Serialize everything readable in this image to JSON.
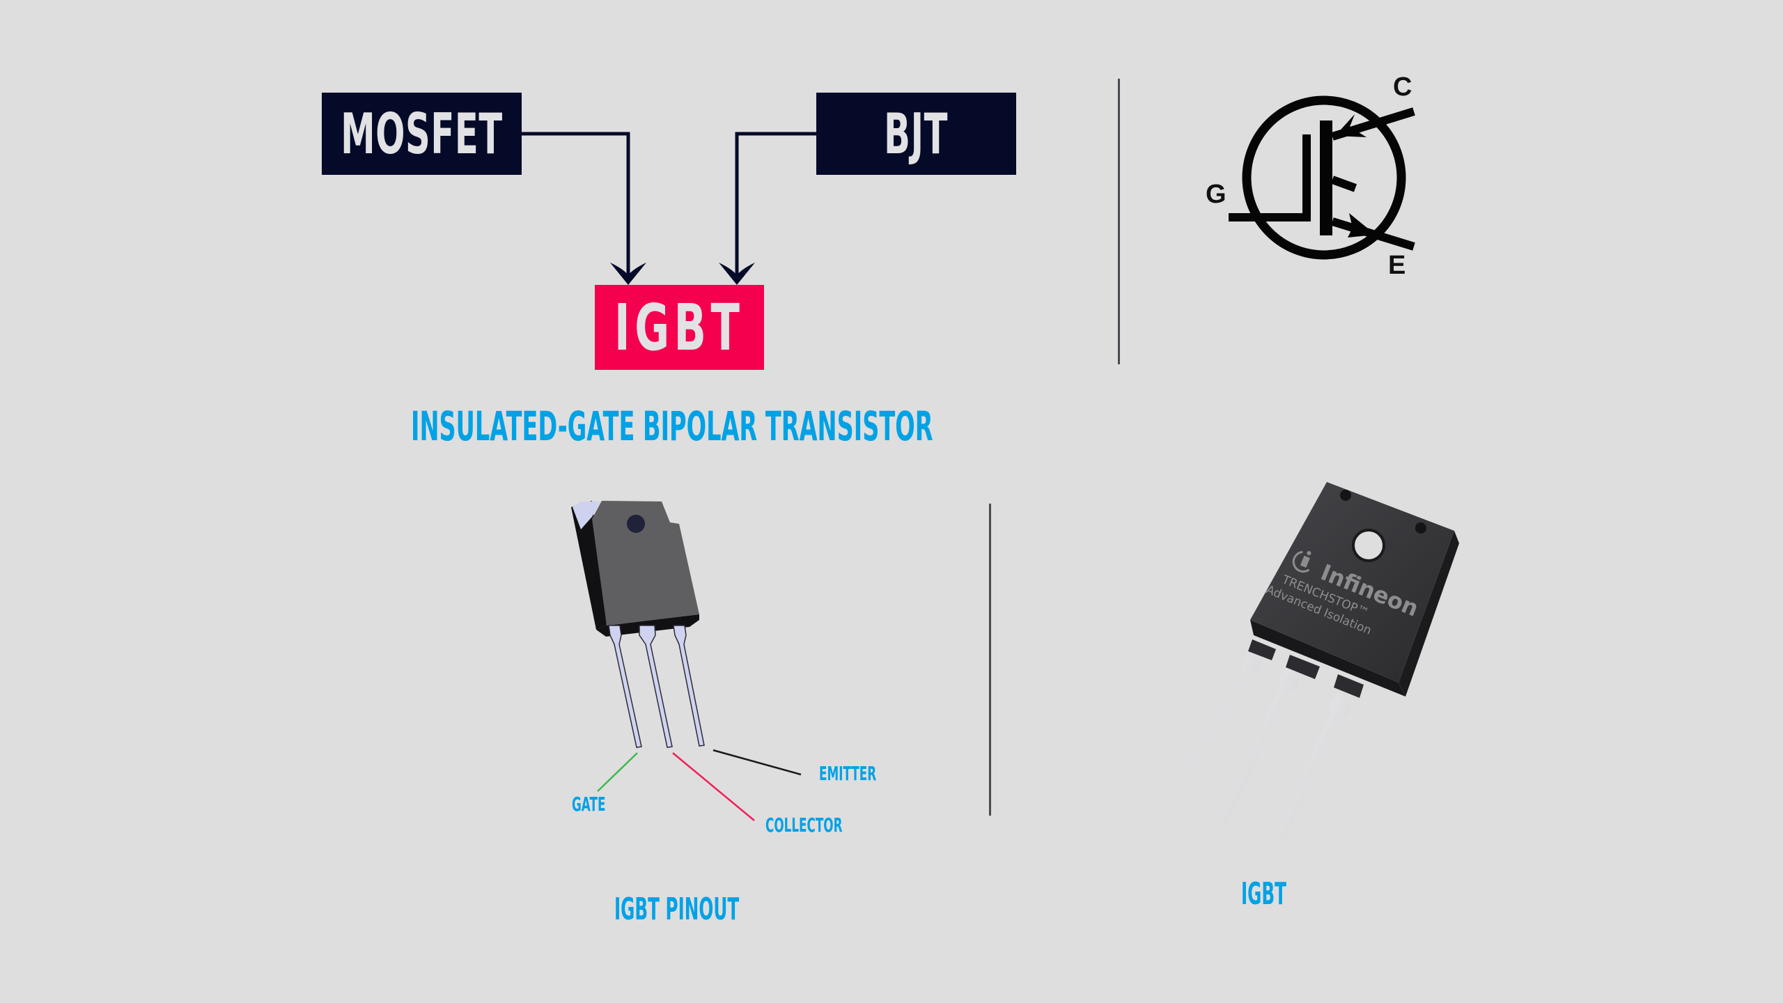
{
  "diagram": {
    "sources": [
      {
        "id": "mosfet",
        "label": "MOSFET"
      },
      {
        "id": "bjt",
        "label": "BJT"
      }
    ],
    "result": {
      "label": "IGBT",
      "full_name": "INSULATED-GATE BIPOLAR TRANSISTOR"
    },
    "colors": {
      "background": "#dedede",
      "source_box": "#050a29",
      "result_box": "#f5004f",
      "accent_text": "#00a2e6",
      "box_text": "#e2e2e4"
    }
  },
  "symbol": {
    "icon": "igbt-schematic-symbol",
    "terminals": {
      "collector": "C",
      "gate": "G",
      "emitter": "E"
    }
  },
  "pinout": {
    "caption": "IGBT PINOUT",
    "pins": [
      {
        "name": "GATE",
        "line_color": "#3fb950"
      },
      {
        "name": "COLLECTOR",
        "line_color": "#f0205a"
      },
      {
        "name": "EMITTER",
        "line_color": "#1a1a1a"
      }
    ]
  },
  "product": {
    "caption": "IGBT",
    "brand": "Infineon",
    "series": "TRENCHSTOP™",
    "variant": "Advanced Isolation"
  }
}
